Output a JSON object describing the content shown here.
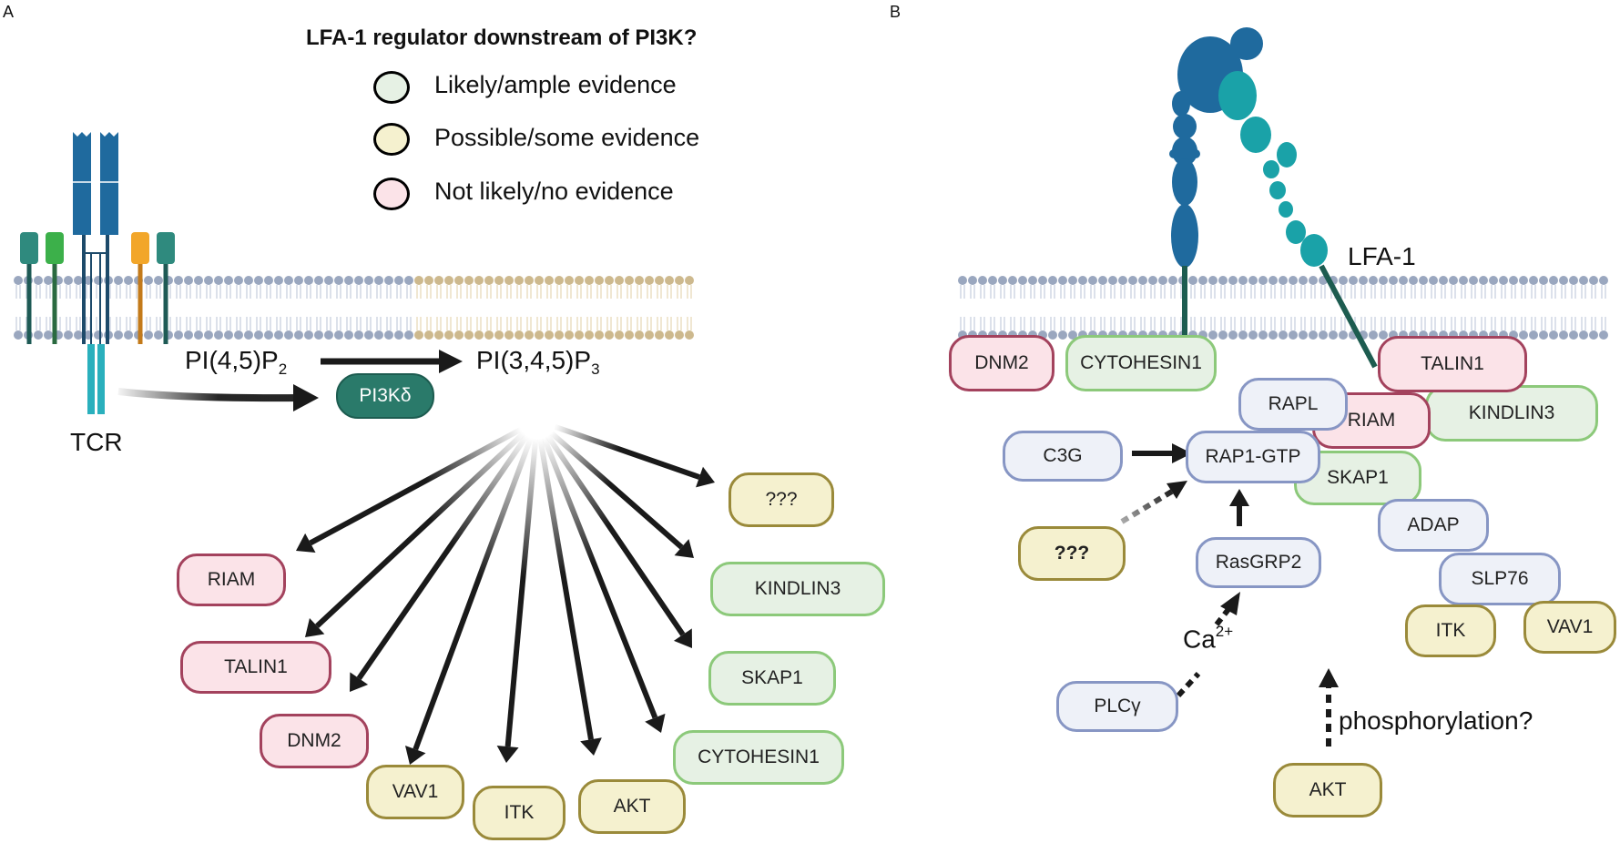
{
  "panel_a": {
    "letter": "A",
    "legend": {
      "title": "LFA-1 regulator downstream of PI3K?",
      "items": [
        {
          "label": "Likely/ample evidence",
          "class": "likely"
        },
        {
          "label": "Possible/some evidence",
          "class": "possible"
        },
        {
          "label": "Not likely/no evidence",
          "class": "notlikely"
        }
      ]
    },
    "tcr_label": "TCR",
    "pip2": {
      "base": "PI(4,5)P",
      "sub": "2"
    },
    "pip3": {
      "base": "PI(3,4,5)P",
      "sub": "3"
    },
    "pi3k_label": "PI3Kδ",
    "targets": {
      "riam": "RIAM",
      "talin1": "TALIN1",
      "dnm2": "DNM2",
      "vav1": "VAV1",
      "itk": "ITK",
      "akt": "AKT",
      "cytohesin1": "CYTOHESIN1",
      "skap1": "SKAP1",
      "kindlin3": "KINDLIN3",
      "unknown": "???"
    }
  },
  "panel_b": {
    "letter": "B",
    "lfa1_label": "LFA-1",
    "nodes": {
      "dnm2": "DNM2",
      "cytohesin1": "CYTOHESIN1",
      "talin1": "TALIN1",
      "rapl": "RAPL",
      "riam": "RIAM",
      "kindlin3": "KINDLIN3",
      "c3g": "C3G",
      "rap1gtp": "RAP1-GTP",
      "skap1": "SKAP1",
      "adap": "ADAP",
      "unknown": "???",
      "rasgrp2": "RasGRP2",
      "slp76": "SLP76",
      "itk": "ITK",
      "vav1": "VAV1",
      "plcg": "PLCγ",
      "akt": "AKT"
    },
    "calcium": {
      "base": "Ca",
      "sup": "2+"
    },
    "phosphorylation_label": "phosphorylation?"
  },
  "colors": {
    "likely_fill": "#e6f1e4",
    "likely_border": "#8cc97a",
    "possible_fill": "#f5f1cf",
    "possible_border": "#9a8a3a",
    "notlikely_fill": "#fbe3e8",
    "notlikely_border": "#a3425d",
    "neutral_fill": "#eef1f8",
    "neutral_border": "#8796c4",
    "pi3k": "#2a7a6a",
    "membrane_head": "#9aa7bf",
    "membrane_head_highlight": "#cdb98e",
    "lfa1_alpha": "#1f6a9e",
    "lfa1_beta": "#1aa2a8"
  }
}
